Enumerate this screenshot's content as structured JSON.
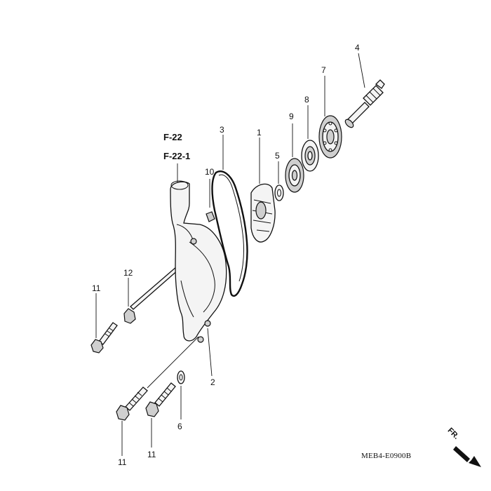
{
  "diagram": {
    "reference_labels": [
      "F-22",
      "F-22-1"
    ],
    "callouts": {
      "impeller": "1",
      "screw_lower": "2",
      "o_ring": "3",
      "shaft": "4",
      "washer": "5",
      "washer_lower": "6",
      "bearing": "7",
      "seal_8": "8",
      "seal_9": "9",
      "dowel": "10",
      "bolt_left": "11",
      "bolt_bottom_left": "11",
      "bolt_bottom_mid": "11",
      "long_bolt": "12"
    },
    "figure_code": "MEB4-E0900B",
    "direction_marker": "FR."
  }
}
